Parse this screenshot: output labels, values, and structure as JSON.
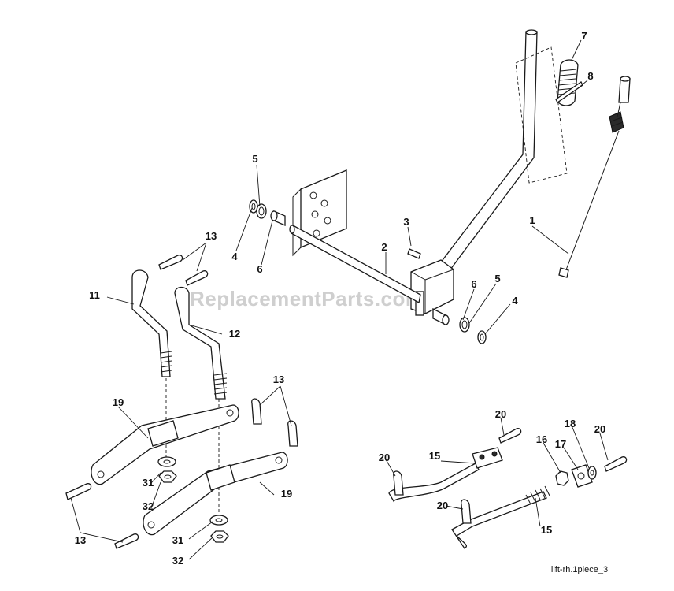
{
  "watermark": "eReplacementParts.com",
  "caption": "lift-rh.1piece_3",
  "labels": {
    "p1": "1",
    "p2": "2",
    "p3": "3",
    "p4a": "4",
    "p4b": "4",
    "p5a": "5",
    "p5b": "5",
    "p6a": "6",
    "p6b": "6",
    "p7": "7",
    "p8": "8",
    "p11": "11",
    "p12": "12",
    "p13a": "13",
    "p13b": "13",
    "p13c": "13",
    "p15a": "15",
    "p15b": "15",
    "p16": "16",
    "p17": "17",
    "p18": "18",
    "p19a": "19",
    "p19b": "19",
    "p20a": "20",
    "p20b": "20",
    "p20c": "20",
    "p20d": "20",
    "p31a": "31",
    "p31b": "31",
    "p32a": "32",
    "p32b": "32"
  }
}
